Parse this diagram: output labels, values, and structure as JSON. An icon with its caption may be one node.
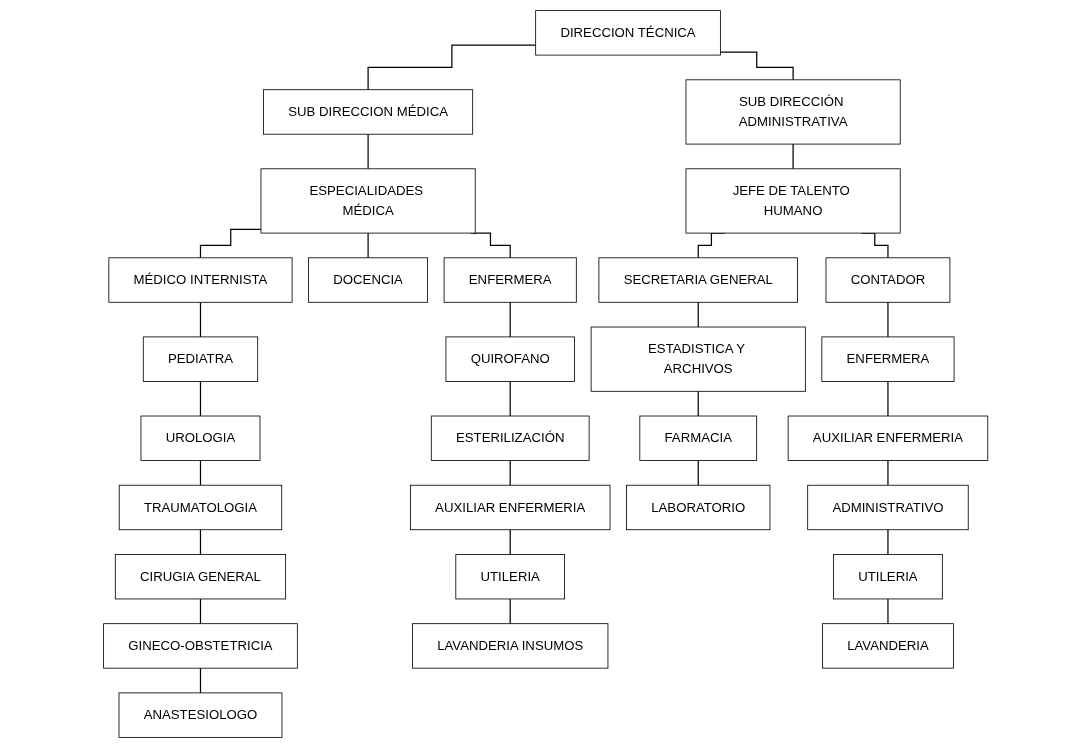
{
  "diagram": {
    "nodes": [
      {
        "text": [
          "DIRECCION TÉCNICA"
        ]
      },
      {
        "text": [
          "SUB DIRECCION MÉDICA"
        ]
      },
      {
        "text": [
          "SUB DIRECCIÓN ADMINISTRATIVA"
        ]
      },
      {
        "text": [
          "ESPECIALIDADES MÉDICA"
        ]
      },
      {
        "text": [
          "JEFE DE TALENTO HUMANO"
        ]
      },
      {
        "text": [
          "MÉDICO INTERNISTA"
        ]
      },
      {
        "text": [
          "DOCENCIA"
        ]
      },
      {
        "text": [
          "ENFERMERA"
        ]
      },
      {
        "text": [
          "SECRETARIA GENERAL"
        ]
      },
      {
        "text": [
          "CONTADOR"
        ]
      },
      {
        "text": [
          "PEDIATRA"
        ]
      },
      {
        "text": [
          "UROLOGIA"
        ]
      },
      {
        "text": [
          "TRAUMATOLOGIA"
        ]
      },
      {
        "text": [
          "CIRUGIA GENERAL"
        ]
      },
      {
        "text": [
          "GINECO-OBSTETRICIA"
        ]
      },
      {
        "text": [
          "ANASTESIOLOGO"
        ]
      },
      {
        "text": [
          "QUIROFANO"
        ]
      },
      {
        "text": [
          "ESTERILIZACIÓN"
        ]
      },
      {
        "text": [
          "AUXILIAR ENFERMERIA"
        ]
      },
      {
        "text": [
          "UTILERIA"
        ]
      },
      {
        "text": [
          "LAVANDERIA INSUMOS"
        ]
      },
      {
        "text": [
          "ESTADISTICA Y ARCHIVOS"
        ]
      },
      {
        "text": [
          "FARMACIA"
        ]
      },
      {
        "text": [
          "LABORATORIO"
        ]
      },
      {
        "text": [
          "ENFERMERA"
        ]
      },
      {
        "text": [
          "AUXILIAR ENFERMERIA"
        ]
      },
      {
        "text": [
          "ADMINISTRATIVO"
        ]
      },
      {
        "text": [
          "UTILERIA"
        ]
      },
      {
        "text": [
          "LAVANDERIA"
        ]
      }
    ],
    "edges": [
      {
        "from": 0,
        "to": 1,
        "arrow": "none"
      },
      {
        "from": 0,
        "to": 2,
        "arrow": "none"
      },
      {
        "from": 1,
        "to": 3,
        "arrow": "none"
      },
      {
        "from": 2,
        "to": 4,
        "arrow": "none"
      },
      {
        "from": 3,
        "to": 5,
        "arrow": "none"
      },
      {
        "from": 3,
        "to": 6,
        "arrow": "none"
      },
      {
        "from": 3,
        "to": 7,
        "arrow": "none"
      },
      {
        "from": 4,
        "to": 8,
        "arrow": "none"
      },
      {
        "from": 4,
        "to": 9,
        "arrow": "none"
      },
      {
        "from": 5,
        "to": 10,
        "arrow": "none"
      },
      {
        "from": 10,
        "to": 11,
        "arrow": "none"
      },
      {
        "from": 11,
        "to": 12,
        "arrow": "none"
      },
      {
        "from": 12,
        "to": 13,
        "arrow": "none"
      },
      {
        "from": 13,
        "to": 14,
        "arrow": "none"
      },
      {
        "from": 14,
        "to": 15,
        "arrow": "none"
      },
      {
        "from": 7,
        "to": 16,
        "arrow": "none"
      },
      {
        "from": 16,
        "to": 17,
        "arrow": "none"
      },
      {
        "from": 17,
        "to": 18,
        "arrow": "none"
      },
      {
        "from": 18,
        "to": 19,
        "arrow": "none"
      },
      {
        "from": 19,
        "to": 20,
        "arrow": "none"
      },
      {
        "from": 8,
        "to": 21,
        "arrow": "none"
      },
      {
        "from": 21,
        "to": 22,
        "arrow": "none"
      },
      {
        "from": 22,
        "to": 23,
        "arrow": "none"
      },
      {
        "from": 9,
        "to": 24,
        "arrow": "none"
      },
      {
        "from": 24,
        "to": 25,
        "arrow": "none"
      },
      {
        "from": 25,
        "to": 26,
        "arrow": "none"
      },
      {
        "from": 26,
        "to": 27,
        "arrow": "none"
      },
      {
        "from": 27,
        "to": 28,
        "arrow": "none"
      }
    ]
  }
}
